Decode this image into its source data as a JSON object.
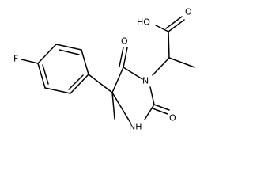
{
  "molecule": {
    "atom_labels": {
      "fluorine": "F",
      "hydroxyl": "HO",
      "carboxyl_oxygen": "O",
      "ring_carbonyl_oxygen_upper": "O",
      "ring_nitrogen": "N",
      "ring_carbonyl_oxygen_lower": "O",
      "ring_nh": "NH"
    },
    "colors": {
      "bond": "#000000",
      "label": "#000000",
      "background": "#ffffff"
    }
  }
}
